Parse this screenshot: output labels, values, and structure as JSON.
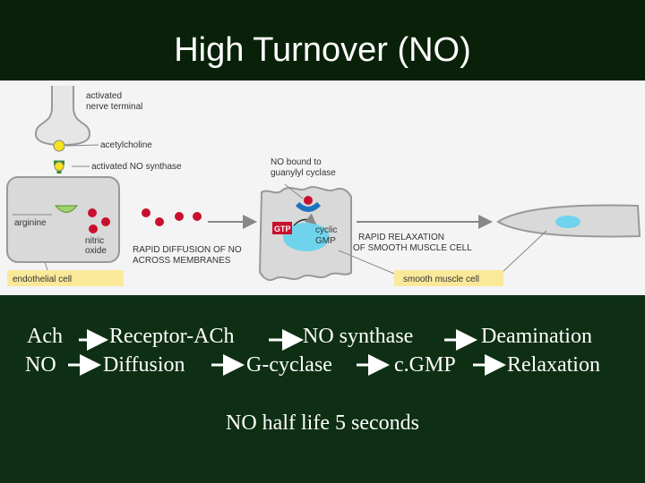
{
  "title": "High Turnover (NO)",
  "diagram": {
    "labels": {
      "activated_nerve_terminal_1": "activated",
      "activated_nerve_terminal_2": "nerve terminal",
      "acetylcholine": "acetylcholine",
      "activated_no_synthase": "activated NO synthase",
      "arginine": "arginine",
      "nitric_1": "nitric",
      "nitric_2": "oxide",
      "endothelial_cell": "endothelial cell",
      "rapid_diffusion_1": "RAPID DIFFUSION OF NO",
      "rapid_diffusion_2": "ACROSS MEMBRANES",
      "no_bound_1": "NO bound to",
      "no_bound_2": "guanylyl cyclase",
      "gtp": "GTP",
      "cyclic_gmp_1": "cyclic",
      "cyclic_gmp_2": "GMP",
      "rapid_relaxation_1": "RAPID RELAXATION",
      "rapid_relaxation_2": "OF SMOOTH MUSCLE CELL",
      "smooth_muscle_cell": "smooth muscle cell"
    },
    "colors": {
      "red": "#c8102e",
      "yellow": "#f4e21d",
      "blue": "#1e73be",
      "light_blue": "#6fd3ee",
      "gray_cell": "#d9d9d9",
      "label_box": "#fbe99a"
    }
  },
  "flow": {
    "row1": [
      "Ach",
      "Receptor-ACh",
      "NO synthase",
      "Deamination"
    ],
    "row2": [
      "NO",
      "Diffusion",
      "G-cyclase",
      "c.GMP",
      "Relaxation"
    ]
  },
  "footer": "NO half life 5 seconds"
}
